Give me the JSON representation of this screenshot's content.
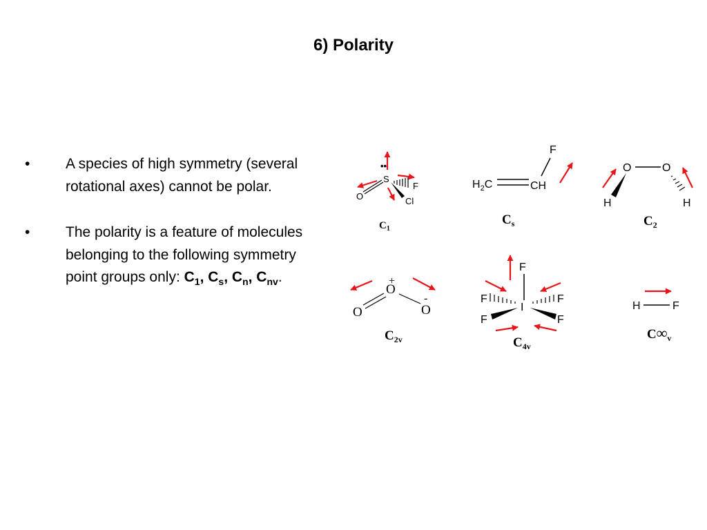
{
  "title": "6) Polarity",
  "bullets": {
    "symbol": "•",
    "b1": "A species of high symmetry (several rotational axes) cannot be polar.",
    "b2_text": "The polarity is a feature of molecules belonging to the following symmetry point groups only: ",
    "b2_groups": [
      {
        "letter": "C",
        "sub": "1"
      },
      {
        "letter": "C",
        "sub": "s"
      },
      {
        "letter": "C",
        "sub": "n"
      },
      {
        "letter": "C",
        "sub": "nv"
      }
    ],
    "b2_end": "."
  },
  "arrow_color": "#e8141a",
  "molecules": {
    "socl": {
      "center": "S",
      "o": "O",
      "f": "F",
      "cl": "Cl",
      "lone_pair": "••",
      "group": "C",
      "group_sub": "1"
    },
    "vinyl": {
      "h2c": "H",
      "h2c_sub": "2",
      "h2c_c": "C",
      "ch": "CH",
      "f": "F",
      "group": "C",
      "group_sub": "s"
    },
    "peroxide": {
      "o1": "O",
      "o2": "O",
      "h1": "H",
      "h2": "H",
      "group": "C",
      "group_sub": "2"
    },
    "ozone": {
      "o_left": "O",
      "o_center": "O",
      "o_right": "O",
      "plus": "+",
      "minus": "-",
      "group": "C",
      "group_sub": "2v"
    },
    "if5": {
      "center": "I",
      "f_top": "F",
      "f_ul": "F",
      "f_ur": "F",
      "f_ll": "F",
      "f_lr": "F",
      "group": "C",
      "group_sub": "4v"
    },
    "hf": {
      "h": "H",
      "f": "F",
      "group": "C",
      "group_sub": "v",
      "infinity": "∞"
    }
  }
}
